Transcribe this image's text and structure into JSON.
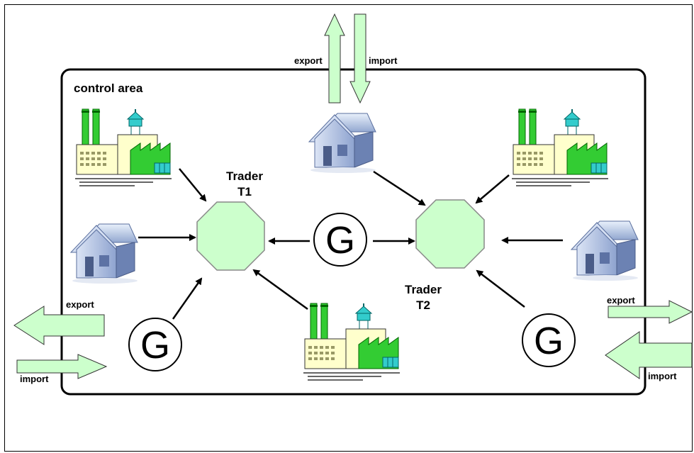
{
  "area": {
    "title": "control area"
  },
  "traders": [
    {
      "line1": "Trader",
      "line2": "T1"
    },
    {
      "line1": "Trader",
      "line2": "T2"
    }
  ],
  "generator_symbol": "G",
  "flows": {
    "top_export": "export",
    "top_import": "import",
    "left_export": "export",
    "left_import": "import",
    "right_export": "export",
    "right_import": "import"
  },
  "colors": {
    "trader_fill": "#ccffcc",
    "arrow_fill": "#ccffcc",
    "factory_green": "#33cc33",
    "factory_cream": "#ffffcc",
    "house_blue": "#b7c8e6"
  },
  "icons": [
    "factory-icon",
    "house-icon",
    "generator-icon"
  ]
}
